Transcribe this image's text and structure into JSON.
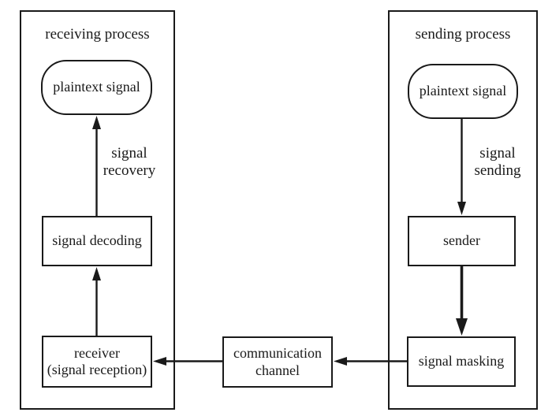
{
  "diagram": {
    "receiving": {
      "title": "receiving process",
      "nodes": {
        "plaintext": "plaintext signal",
        "decoding": "signal decoding",
        "receiver": "receiver\n(signal reception)"
      },
      "edge_label": "signal\nrecovery"
    },
    "sending": {
      "title": "sending process",
      "nodes": {
        "plaintext": "plaintext signal",
        "sender": "sender",
        "masking": "signal masking"
      },
      "edge_label": "signal\nsending"
    },
    "channel": {
      "label": "communication\nchannel"
    },
    "colors": {
      "line": "#1a1a1a",
      "background": "#ffffff"
    }
  }
}
